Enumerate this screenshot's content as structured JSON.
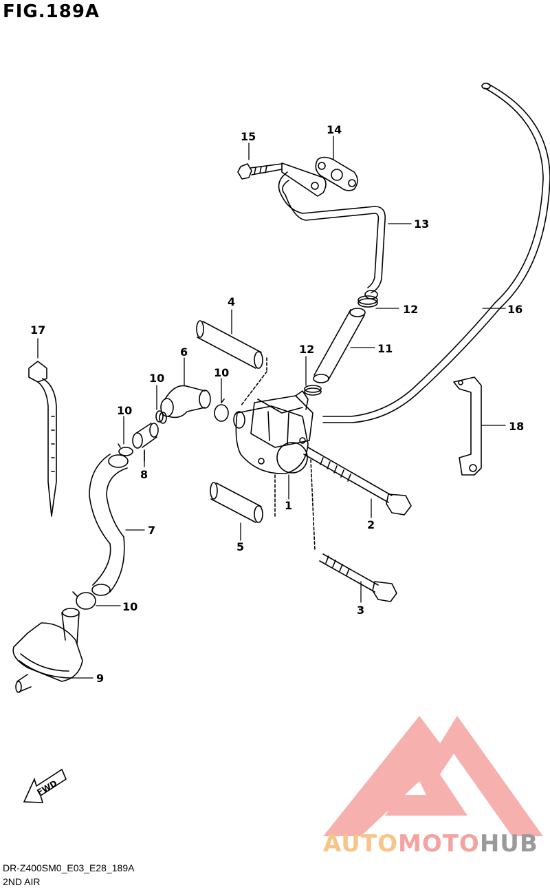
{
  "header": {
    "figure_title": "FIG.189A"
  },
  "footer": {
    "model_code": "DR-Z400SM0_E03_E28_189A",
    "section_name": "2ND AIR"
  },
  "watermark": {
    "part_auto": "AUTO",
    "part_moto": "MOTO",
    "part_hub": "HUB",
    "colors": {
      "auto": "#f7c58a",
      "moto": "#f4a3a0",
      "hub": "#9a9a9a",
      "logo": "#f4a3a0"
    }
  },
  "fwd_label": "FWD",
  "callouts": {
    "c1": "1",
    "c2": "2",
    "c3": "3",
    "c4": "4",
    "c5": "5",
    "c6": "6",
    "c7": "7",
    "c8": "8",
    "c9": "9",
    "c10a": "10",
    "c10b": "10",
    "c10c": "10",
    "c10d": "10",
    "c11": "11",
    "c12a": "12",
    "c12b": "12",
    "c13": "13",
    "c14": "14",
    "c15": "15",
    "c16": "16",
    "c17": "17",
    "c18": "18"
  }
}
